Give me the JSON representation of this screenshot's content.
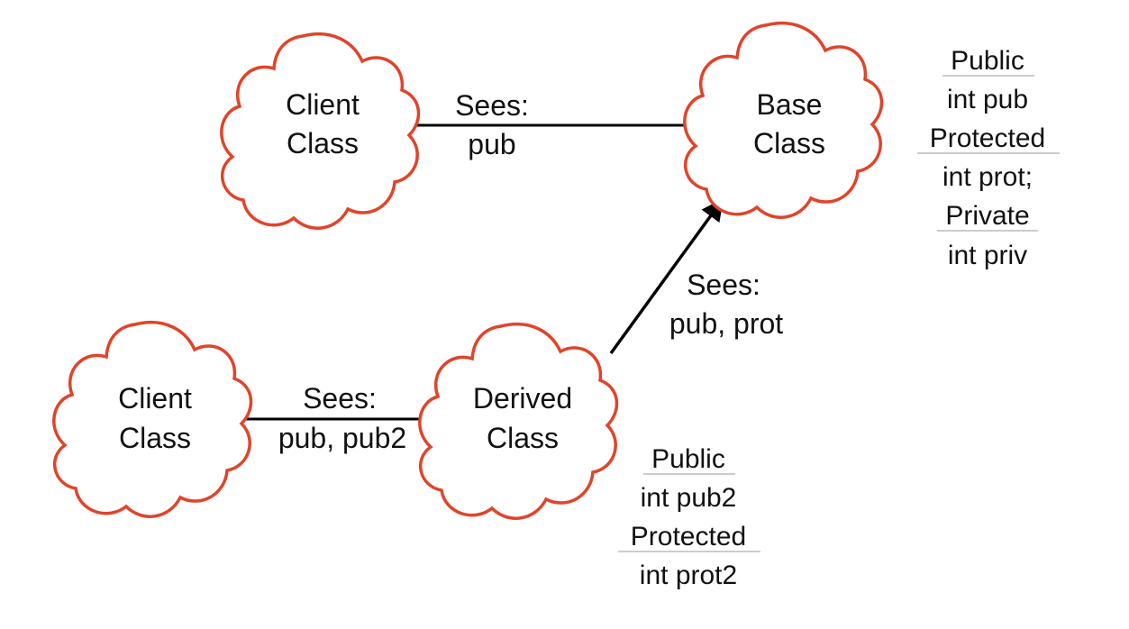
{
  "colors": {
    "cloud_outline": "#e0442a",
    "cloud_fill": "#ffffff",
    "line": "#000000",
    "text": "#111111",
    "header_rule": "#bbbbbb"
  },
  "nodes": {
    "client_top": {
      "line1": "Client",
      "line2": "Class"
    },
    "base": {
      "line1": "Base",
      "line2": "Class"
    },
    "client_bottom": {
      "line1": "Client",
      "line2": "Class"
    },
    "derived": {
      "line1": "Derived",
      "line2": "Class"
    }
  },
  "edges": {
    "client_top_to_base": {
      "line1": "Sees:",
      "line2": "pub"
    },
    "derived_to_base": {
      "line1": "Sees:",
      "line2": "pub, prot"
    },
    "client_bottom_to_derived": {
      "line1": "Sees:",
      "line2": "pub, pub2"
    }
  },
  "base_members": {
    "public_header": "Public",
    "public_member": "int pub",
    "protected_header": "Protected",
    "protected_member": "int prot;",
    "private_header": "Private",
    "private_member": "int priv"
  },
  "derived_members": {
    "public_header": "Public",
    "public_member": "int pub2",
    "protected_header": "Protected",
    "protected_member": "int prot2"
  }
}
